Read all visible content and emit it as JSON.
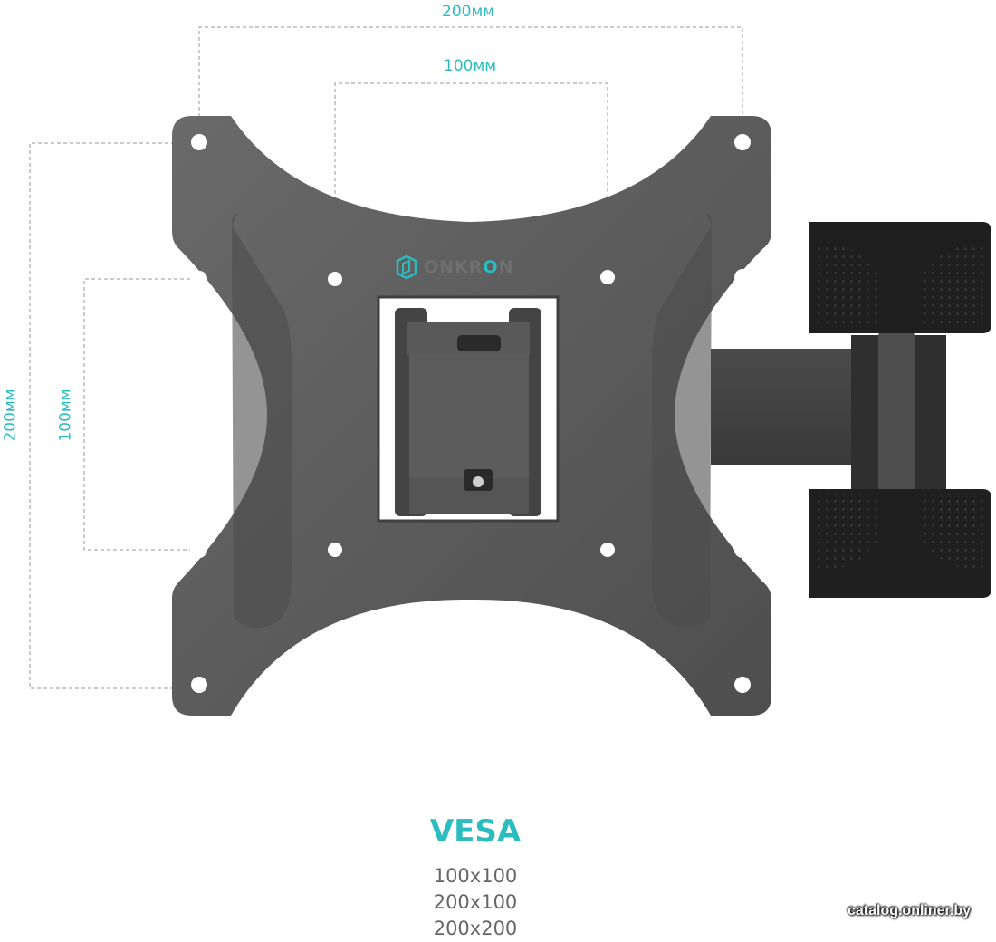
{
  "dimensions": {
    "top_outer": "200мм",
    "top_inner": "100мм",
    "left_outer": "200мм",
    "left_inner": "100мм"
  },
  "brand": {
    "name_part1": "ONKR",
    "name_accent": "O",
    "name_part2": "N"
  },
  "vesa": {
    "title": "VESA",
    "sizes": [
      "100x100",
      "200x100",
      "200x200"
    ]
  },
  "watermark": "catalog.onliner.by",
  "colors": {
    "accent": "#2bbcc0",
    "plate": "#5a5a5a",
    "arm": "#2a2a2a",
    "text_gray": "#666666"
  }
}
